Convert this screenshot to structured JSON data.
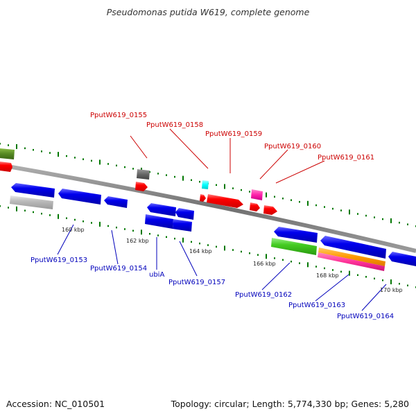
{
  "header": {
    "title": "Pseudomonas putida W619, complete genome"
  },
  "footer": {
    "accession": "Accession: NC_010501",
    "topology": "Topology: circular; Length: 5,774,330 bp; Genes: 5,280"
  },
  "ticks": [
    "160 kbp",
    "162 kbp",
    "164 kbp",
    "166 kbp",
    "168 kbp",
    "170 kbp"
  ],
  "top_labels": [
    "PputW619_0155",
    "PputW619_0158",
    "PputW619_0159",
    "PputW619_0160",
    "PputW619_0161"
  ],
  "bottom_labels": [
    "PputW619_0153",
    "PputW619_0154",
    "ubiA",
    "PputW619_0157",
    "PputW619_0162",
    "PputW619_0163",
    "PputW619_0164"
  ],
  "colors": {
    "forward_label": "#cc0000",
    "reverse_label": "#0000bb",
    "backbone": "#808080",
    "gene_blue": "#0000ee",
    "gene_red": "#ff0000",
    "gene_green": "#44cc22",
    "gene_grey": "#bbbbbb",
    "gene_darkgrey": "#666666",
    "gene_olive": "#558822",
    "gene_cyan": "#00ffff",
    "gene_magenta": "#ff22aa",
    "gene_orange": "#ff9900",
    "gene_pink": "#ff3399",
    "tick_green": "#007700"
  }
}
